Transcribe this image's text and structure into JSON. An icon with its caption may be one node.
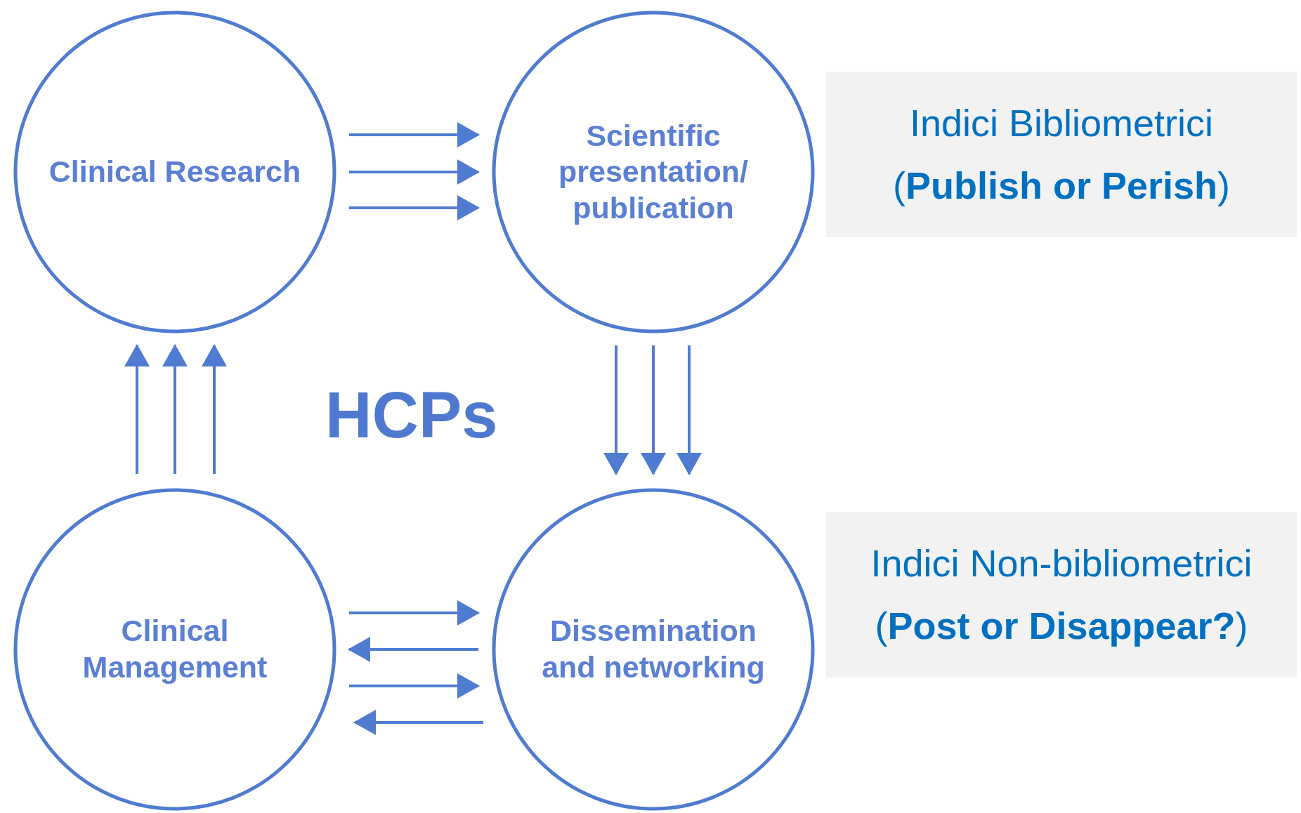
{
  "diagram": {
    "nodes": [
      {
        "text": [
          "Clinical Research"
        ]
      },
      {
        "text": [
          "Scientific presentation/ publication"
        ]
      },
      {
        "text": [
          "Indici Bibliometrici",
          "(**Publish or Perish**)"
        ]
      },
      {
        "text": [
          "Clinical Management"
        ]
      },
      {
        "text": [
          "Dissemination and networking"
        ]
      },
      {
        "text": [
          "Indici Non-bibliometrici",
          "(**Post or Disappear?**)"
        ]
      }
    ],
    "edges": [
      {
        "from": 0,
        "to": 1,
        "arrow": "to"
      },
      {
        "from": 0,
        "to": 1,
        "arrow": "to"
      },
      {
        "from": 0,
        "to": 1,
        "arrow": "to"
      },
      {
        "from": 1,
        "to": 4,
        "arrow": "to"
      },
      {
        "from": 1,
        "to": 4,
        "arrow": "to"
      },
      {
        "from": 1,
        "to": 4,
        "arrow": "to"
      },
      {
        "from": 3,
        "to": 0,
        "arrow": "to"
      },
      {
        "from": 3,
        "to": 0,
        "arrow": "to"
      },
      {
        "from": 3,
        "to": 0,
        "arrow": "to"
      },
      {
        "from": 3,
        "to": 4,
        "arrow": "to"
      },
      {
        "from": 4,
        "to": 3,
        "arrow": "to"
      },
      {
        "from": 3,
        "to": 4,
        "arrow": "to"
      },
      {
        "from": 4,
        "to": 3,
        "arrow": "to"
      }
    ],
    "labels": [
      "HCPs"
    ]
  }
}
